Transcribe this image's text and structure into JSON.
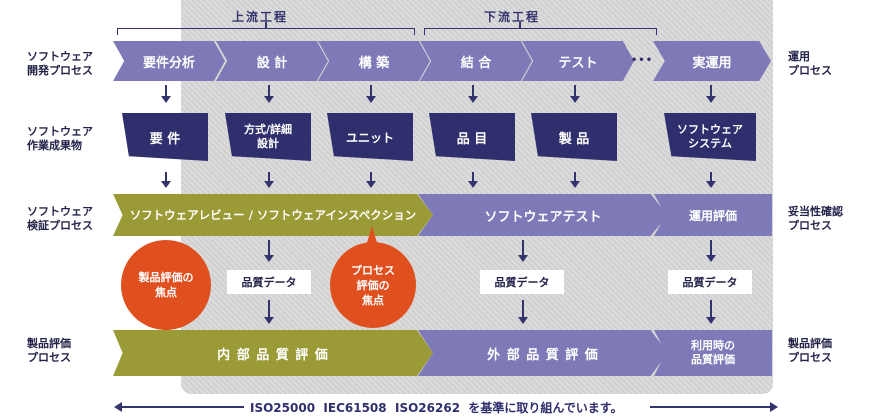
{
  "phases": {
    "upstream": "上流工程",
    "downstream": "下流工程"
  },
  "row_labels_left": {
    "dev": [
      "ソフトウェア",
      "開発プロセス"
    ],
    "work": [
      "ソフトウェア",
      "作業成果物"
    ],
    "verify": [
      "ソフトウェア",
      "検証プロセス"
    ],
    "eval": [
      "製品評価",
      "プロセス"
    ]
  },
  "row_labels_right": {
    "ops": [
      "運用",
      "プロセス"
    ],
    "validity": [
      "妥当性確認",
      "プロセス"
    ],
    "eval": [
      "製品評価",
      "プロセス"
    ]
  },
  "dev_steps": [
    "要件分析",
    "設 計",
    "構 築",
    "結 合",
    "テスト",
    "実運用"
  ],
  "ellipsis": "•••",
  "work_products": [
    "要 件",
    "方式/詳細",
    "設計",
    "ユニット",
    "品 目",
    "製 品",
    "ソフトウェア",
    "システム"
  ],
  "verify": {
    "review": "ソフトウェアレビュー / ソフトウェアインスペクション",
    "test": "ソフトウェアテスト",
    "ops": "運用評価"
  },
  "quality_data": "品質データ",
  "bubbles": {
    "product": [
      "製品評価の",
      "焦点"
    ],
    "process": [
      "プロセス",
      "評価の",
      "焦点"
    ]
  },
  "eval": {
    "internal": "内 部 品 質 評 価",
    "external": "外 部 品 質 評 価",
    "inuse": [
      "利用時の",
      "品質評価"
    ]
  },
  "footer": "ISO25000  IEC61508  ISO26262  を基準に取り組んでいます。",
  "colors": {
    "olive": "#9a9a36",
    "lavender": "#7e7ab8",
    "navy": "#2f2f6e",
    "accent": "#e0501f"
  }
}
